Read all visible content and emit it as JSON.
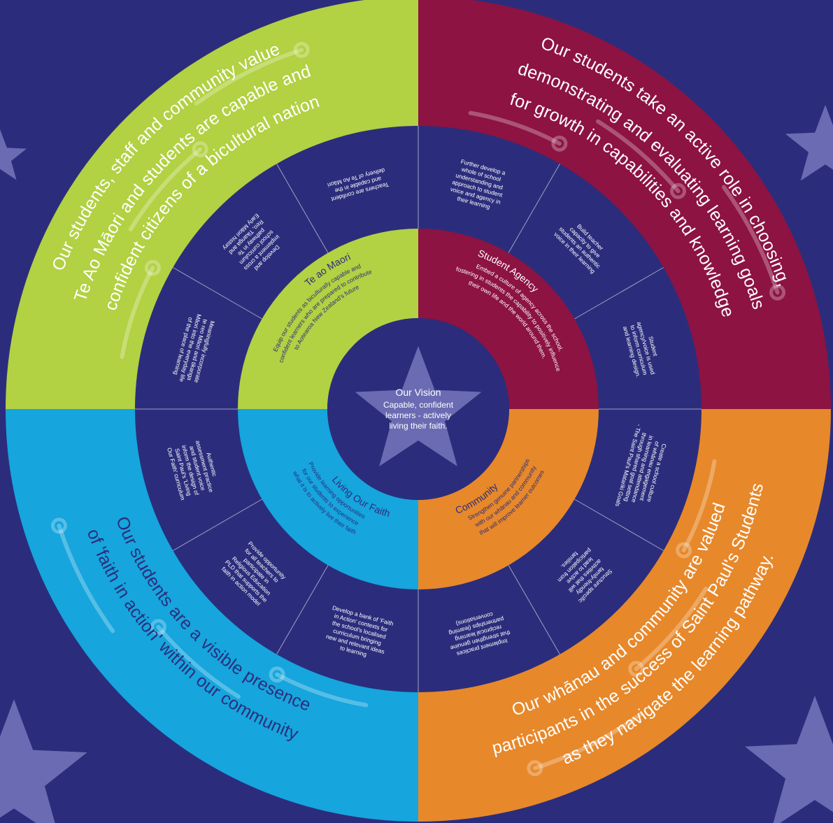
{
  "colors": {
    "background": "#2b2d7c",
    "green": "#b2d143",
    "maroon": "#8c1342",
    "blue": "#16a5dd",
    "orange": "#e7882a",
    "text_dark": "#2b2d7c",
    "text_light": "#ffffff",
    "star": "#6a6bb2"
  },
  "vision": {
    "title": "Our Vision",
    "lines": [
      "Capable, confident",
      "learners - actively",
      "living their faith."
    ]
  },
  "quadrants": [
    {
      "id": "tl",
      "color": "green",
      "outer_lines": [
        "Our students, staff and community value",
        "Te Ao Māori and students are capable and",
        "confident citizens of a bicultural nation"
      ],
      "pillar_title": "Te ao Maori",
      "pillar_lines": [
        "Equip our students as biculturally capable and",
        "confident learners who are prepared to contribute",
        "to Aotearoa New Zealand's future"
      ],
      "actions": [
        [
          "Meaningfully incorporate",
          "te reo Māori and tikanga",
          "Māori into the everyday life",
          "of the place of learning"
        ],
        [
          "Develop and",
          "implement a cross",
          "school curriculum",
          "pathway in Te",
          "Reo, Tikanga and",
          "Early Māori history"
        ],
        [
          "Teachers are confident",
          "and capable in the",
          "delivery of Te Ao Māori"
        ]
      ]
    },
    {
      "id": "tr",
      "color": "maroon",
      "outer_lines": [
        "Our students take an active role in choosing,",
        "demonstrating and evaluating learning goals",
        "for growth in capabilities and knowledge"
      ],
      "pillar_title": "Student Agency",
      "pillar_lines": [
        "Embed a culture of agency across the school,",
        "fostering in students the capability to positively influence",
        "their own life and the world around them."
      ],
      "actions": [
        [
          "Further develop a",
          "whole of school",
          "understanding and",
          "approach to student",
          "voice and agency in",
          "their learning"
        ],
        [
          "Build teacher",
          "capacity to give",
          "students an authentic",
          "voice in their learning"
        ],
        [
          "Student",
          "agency/voice is used",
          "to inform curriculum",
          "and learning design."
        ]
      ]
    },
    {
      "id": "bl",
      "color": "blue",
      "outer_lines": [
        "Our students are a visible presence",
        "of 'faith in action' within our community"
      ],
      "pillar_title": "Living Our Faith",
      "pillar_lines": [
        "Provide learning opportunities",
        "for our students to experience",
        "what it is to actively live their faith"
      ],
      "actions": [
        [
          "Develop a bank of 'Faith",
          "in Action' contexts for",
          "the school's localised",
          "curriculum bringing",
          "new and relevant ideas",
          "to learning"
        ],
        [
          "Provide opportunity",
          "for all teachers to",
          "participate in",
          "Religious Education",
          "PLD that supports the",
          "faith in action model"
        ],
        [
          "Authentic",
          "assessment practice",
          "and student voice",
          "inform the design of",
          "Saint Paul's 'Living",
          "Our Faith' curriculum"
        ]
      ]
    },
    {
      "id": "br",
      "color": "orange",
      "outer_lines": [
        "Our whānau and community are valued",
        "participants in the success of Saint Paul's Students",
        "as they navigate the learning pathway."
      ],
      "pillar_title": "Community",
      "pillar_lines": [
        "Strengthen genuine partnerships",
        "with our whānau and community",
        "that will improve learner outcomes"
      ],
      "actions": [
        [
          "Create a school culture",
          "of whānau engagement",
          "in learning and attendance",
          "through shared goal setting",
          "- The Saint Paul's Matariki Goals"
        ],
        [
          "Structure specific",
          "family-friendly",
          "activities that will",
          "lead to active",
          "participation from",
          "families."
        ],
        [
          "Implement practices",
          "that strengthen genuine",
          "reciprocal learning",
          "partnerships (learning",
          "conversations)"
        ]
      ]
    }
  ]
}
